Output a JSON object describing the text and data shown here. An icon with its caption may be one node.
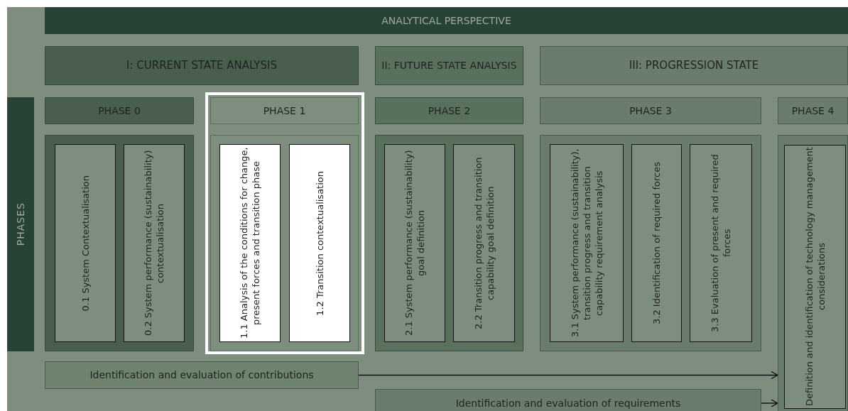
{
  "diagram": {
    "nodes": [
      {
        "text": [
          "ANALYTICAL PERSPECTIVE"
        ]
      },
      {
        "text": [
          "PHASES"
        ]
      },
      {
        "text": [
          "I: CURRENT STATE ANALYSIS"
        ]
      },
      {
        "text": [
          "II: FUTURE STATE ANALYSIS"
        ]
      },
      {
        "text": [
          "III: PROGRESSION STATE"
        ]
      },
      {
        "text": [
          "PHASE 0"
        ]
      },
      {
        "text": [],
        "shape": "box"
      },
      {
        "text": [
          "PHASE 1"
        ],
        "in": 6
      },
      {
        "text": [
          "PHASE 2"
        ]
      },
      {
        "text": [
          "PHASE 3"
        ]
      },
      {
        "text": [
          "PHASE 4"
        ]
      },
      {
        "text": [],
        "shape": "box"
      },
      {
        "text": [
          "0.1 System Contextualisation"
        ],
        "in": 11
      },
      {
        "text": [
          "0.2 System performance (sustainability) contextualisation"
        ],
        "in": 11
      },
      {
        "text": [],
        "shape": "box",
        "in": 6
      },
      {
        "text": [
          "1.1 Analysis of the conditions for change, present forces and transition phase"
        ],
        "in": 14
      },
      {
        "text": [
          "1.2 Transition contextualisation"
        ],
        "in": 14
      },
      {
        "text": [],
        "shape": "box"
      },
      {
        "text": [
          "2.1 System performance (sustainability) goal definition"
        ],
        "in": 17
      },
      {
        "text": [
          "2.2 Transition progress and transition capability goal definition"
        ],
        "in": 17
      },
      {
        "text": [],
        "shape": "box"
      },
      {
        "text": [
          "3.1 System performance (sustainability), transition progress and transition capability requirement analysis"
        ],
        "in": 20
      },
      {
        "text": [
          "3.2 Identification of required forces"
        ],
        "in": 20
      },
      {
        "text": [
          "3.3 Evaluation of present and required forces"
        ],
        "in": 20
      },
      {
        "text": [],
        "shape": "box"
      },
      {
        "text": [
          "Definition and identification of technology management considerations"
        ],
        "in": 24
      },
      {
        "text": [
          "Identification and evaluation of contributions"
        ]
      },
      {
        "text": [
          "Identification and evaluation of requirements"
        ]
      }
    ],
    "edges": [
      {
        "from": 26,
        "to": 24,
        "arrow": "to"
      },
      {
        "from": 27,
        "to": 24,
        "arrow": "to"
      }
    ]
  }
}
